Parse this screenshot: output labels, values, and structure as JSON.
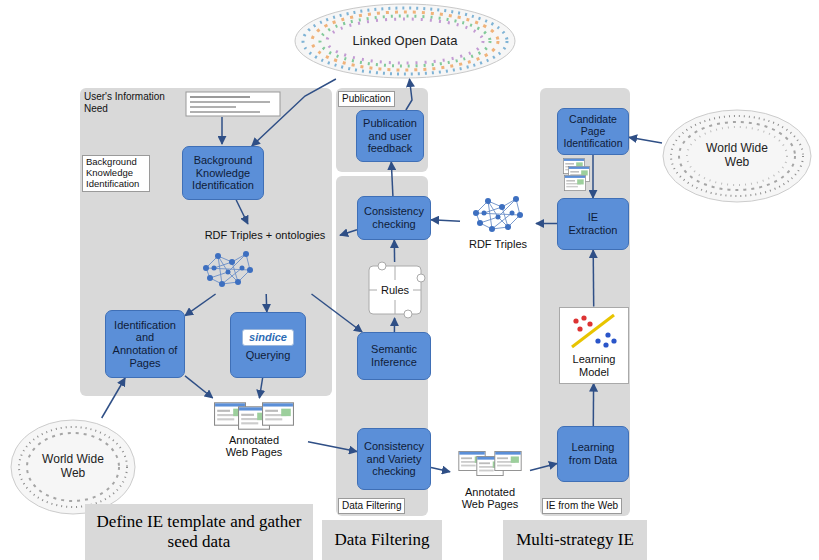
{
  "diagram": {
    "nodes": [
      {
        "text": [
          "Linked Open Data"
        ]
      },
      {
        "text": [
          "Background Knowledge Identification"
        ]
      },
      {
        "text": [
          "Publication"
        ]
      },
      {
        "text": [
          "Publication and user feedback"
        ],
        "in": 2
      },
      {
        "text": [
          "Data Filtering"
        ]
      },
      {
        "text": [
          "Consistency checking"
        ],
        "in": 4
      },
      {
        "text": [
          "Rules"
        ],
        "in": 4
      },
      {
        "text": [
          "Semantic Inference"
        ],
        "in": 4
      },
      {
        "text": [
          "Consistency and Variety checking"
        ],
        "in": 4
      },
      {
        "text": [
          "IE from the Web"
        ]
      },
      {
        "text": [
          "Candidate Page Identification"
        ],
        "in": 9
      },
      {
        "text": [
          "IE Extraction"
        ],
        "in": 9
      },
      {
        "text": [
          "Learning Model"
        ],
        "in": 9
      },
      {
        "text": [
          "Learning from Data"
        ],
        "in": 9
      },
      {
        "text": [
          "World Wide Web"
        ]
      },
      {
        "text": [
          "Background Knowledge Identification"
        ],
        "in": 1
      },
      {
        "text": [
          "RDF Triples + ontologies"
        ]
      },
      {
        "text": [
          "RDF Triples"
        ]
      },
      {
        "text": [
          "Identification and Annotation of Pages"
        ],
        "in": 1
      },
      {
        "text": [
          "sindice",
          "Querying"
        ],
        "in": 1
      },
      {
        "text": [
          "World Wide Web"
        ]
      },
      {
        "text": [
          "Annotated Web Pages"
        ]
      },
      {
        "text": [
          "Annotated Web Pages"
        ]
      },
      {
        "text": [
          "Define IE template and gather seed data"
        ]
      },
      {
        "text": [
          "Data Filtering"
        ]
      },
      {
        "text": [
          "Multi-strategy IE"
        ]
      }
    ],
    "edges": [
      {
        "from": 3,
        "to": 0,
        "arrow": "to"
      },
      {
        "from": 0,
        "to": 15,
        "arrow": "to"
      },
      {
        "from": 15,
        "to": 16,
        "arrow": "to"
      },
      {
        "from": 16,
        "to": 18,
        "arrow": "to"
      },
      {
        "from": 16,
        "to": 19,
        "arrow": "to"
      },
      {
        "from": 16,
        "to": 7,
        "arrow": "to"
      },
      {
        "from": 7,
        "to": 6,
        "arrow": "to"
      },
      {
        "from": 6,
        "to": 5,
        "arrow": "to"
      },
      {
        "from": 5,
        "to": 16,
        "arrow": "to"
      },
      {
        "from": 5,
        "to": 3,
        "arrow": "to"
      },
      {
        "from": 17,
        "to": 5,
        "arrow": "to"
      },
      {
        "from": 11,
        "to": 17,
        "arrow": "to"
      },
      {
        "from": 14,
        "to": 10,
        "arrow": "to"
      },
      {
        "from": 10,
        "to": 11,
        "arrow": "to"
      },
      {
        "from": 13,
        "to": 12,
        "arrow": "to"
      },
      {
        "from": 12,
        "to": 11,
        "arrow": "to"
      },
      {
        "from": 22,
        "to": 13,
        "arrow": "to"
      },
      {
        "from": 8,
        "to": 22,
        "arrow": "to"
      },
      {
        "from": 21,
        "to": 8,
        "arrow": "to"
      },
      {
        "from": 18,
        "to": 21,
        "arrow": "to"
      },
      {
        "from": 19,
        "to": 21,
        "arrow": "to"
      },
      {
        "from": 20,
        "to": 18,
        "arrow": "to"
      }
    ],
    "labels": [
      "User's Information Need"
    ]
  }
}
